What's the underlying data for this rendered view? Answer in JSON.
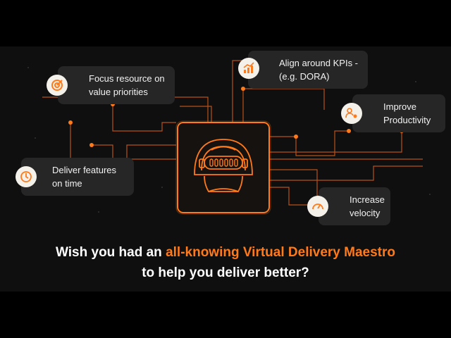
{
  "cards": {
    "focus": {
      "text": "Focus resource on\nvalue priorities",
      "icon": "target-icon"
    },
    "kpis": {
      "text": "Align around KPIs -\n(e.g. DORA)",
      "icon": "chart-growth-icon"
    },
    "productivity": {
      "text": "Improve\nProductivity",
      "icon": "team-gear-icon"
    },
    "deliver": {
      "text": "Deliver features\non time",
      "icon": "clock-icon"
    },
    "velocity": {
      "text": "Increase\nvelocity",
      "icon": "speedometer-icon"
    }
  },
  "headline": {
    "prefix": "Wish you had an ",
    "highlight": "all-knowing Virtual Delivery Maestro",
    "line2": "to help you deliver better?"
  },
  "colors": {
    "background": "#0f0f0f",
    "card": "#262626",
    "accent": "#ff7a1a",
    "badge": "#f4f0ea"
  }
}
